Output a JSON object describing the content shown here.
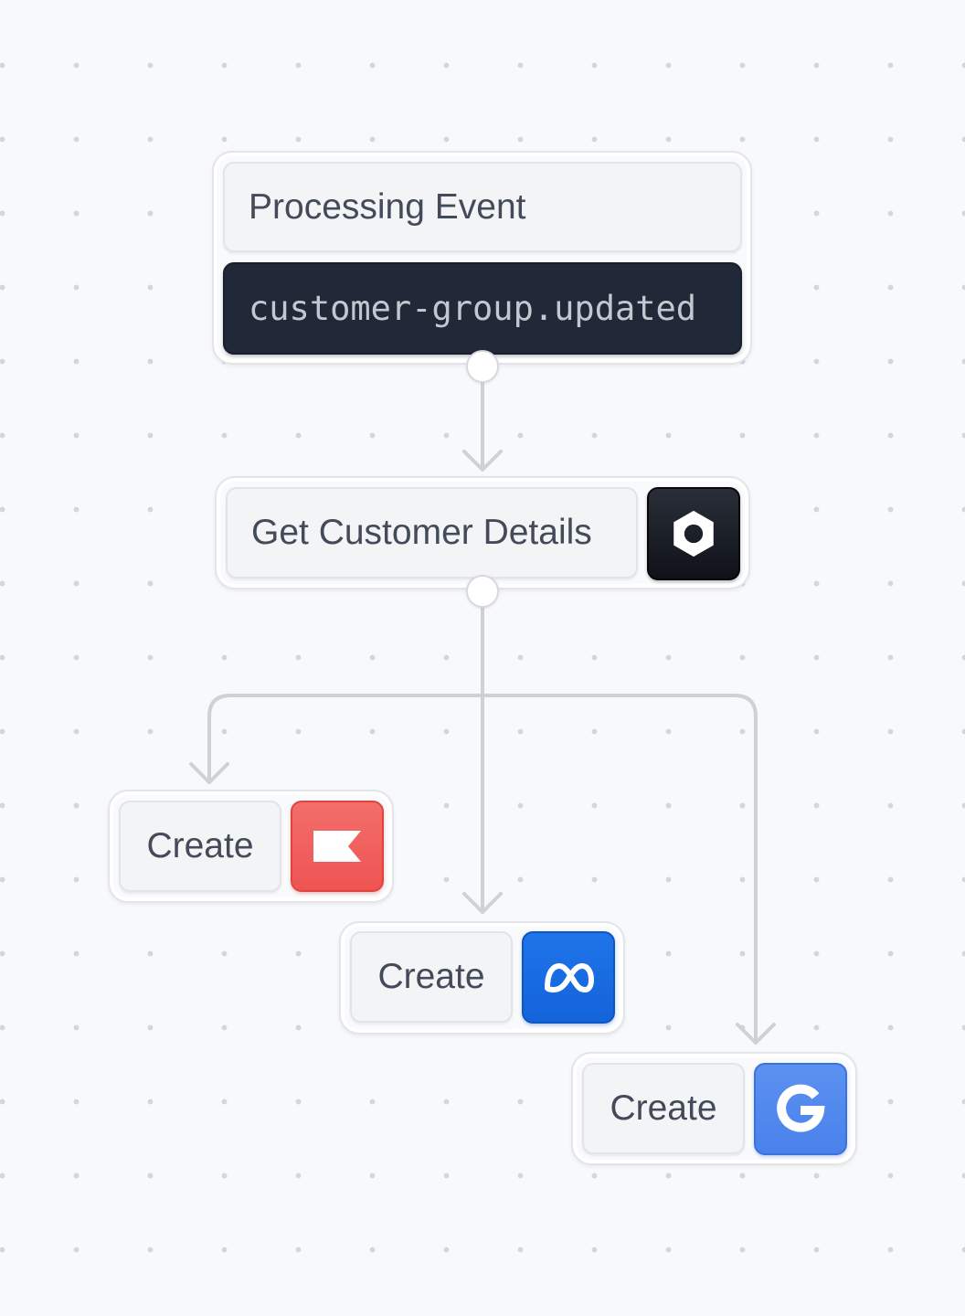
{
  "trigger": {
    "title": "Processing Event",
    "event_name": "customer-group.updated"
  },
  "step": {
    "label": "Get Customer Details",
    "icon": "hexagon-nut-icon"
  },
  "actions": [
    {
      "label": "Create",
      "icon": "flag-icon",
      "color": "#f06160"
    },
    {
      "label": "Create",
      "icon": "infinity-icon",
      "color": "#176be3"
    },
    {
      "label": "Create",
      "icon": "google-g-icon",
      "color": "#4f86ee"
    }
  ],
  "colors": {
    "background": "#f8f9fb",
    "connector": "#cfd1d7",
    "code_background": "#212938"
  }
}
